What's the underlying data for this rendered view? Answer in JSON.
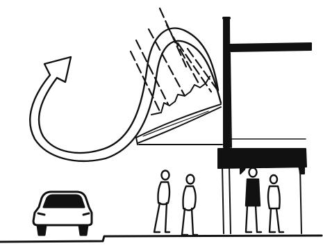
{
  "drawing": {
    "ink_color": "#111111",
    "paper_color": "#ffffff",
    "elements": [
      "solar-arrow",
      "sun-rays",
      "sunshade-canopy",
      "building-section",
      "arcade-arch",
      "people",
      "car",
      "ground-line"
    ]
  }
}
